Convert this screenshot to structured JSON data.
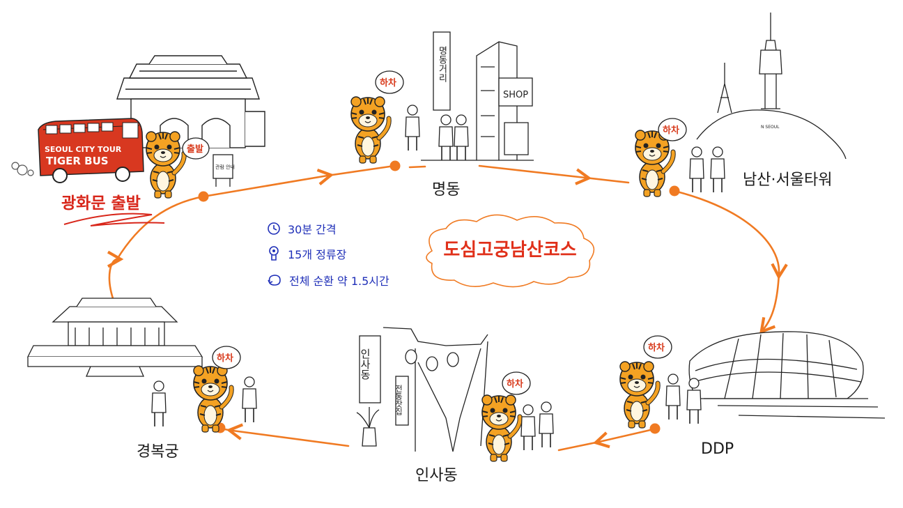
{
  "bus": {
    "line1": "SEOUL CITY TOUR",
    "line2": "TIGER BUS"
  },
  "start": {
    "label": "광화문 출발",
    "bubble": "출발",
    "sign": "관람 안내"
  },
  "stops": {
    "myeongdong": {
      "label": "명동",
      "bubble": "하차",
      "sign": "명동거리",
      "shop": "SHOP"
    },
    "namsan": {
      "label": "남산·서울타워",
      "bubble": "하차",
      "tower_text": "N SEOUL"
    },
    "ddp": {
      "label": "DDP",
      "bubble": "하차"
    },
    "insadong": {
      "label": "인사동",
      "bubble": "하차",
      "sign": "인사동",
      "sign2": "전통찻집"
    },
    "gyeongbokgung": {
      "label": "경복궁",
      "bubble": "하차"
    }
  },
  "course_title": "도심고궁남산코스",
  "info": [
    {
      "icon": "clock-icon",
      "text": "30분 간격"
    },
    {
      "icon": "bus-stop-icon",
      "text": "15개 정류장"
    },
    {
      "icon": "loop-icon",
      "text": "전체 순환 약 1.5시간"
    }
  ],
  "colors": {
    "route": "#f07a22",
    "accent_red": "#d83a1c",
    "info_blue": "#1f2fb8",
    "tiger": "#f4a223"
  }
}
